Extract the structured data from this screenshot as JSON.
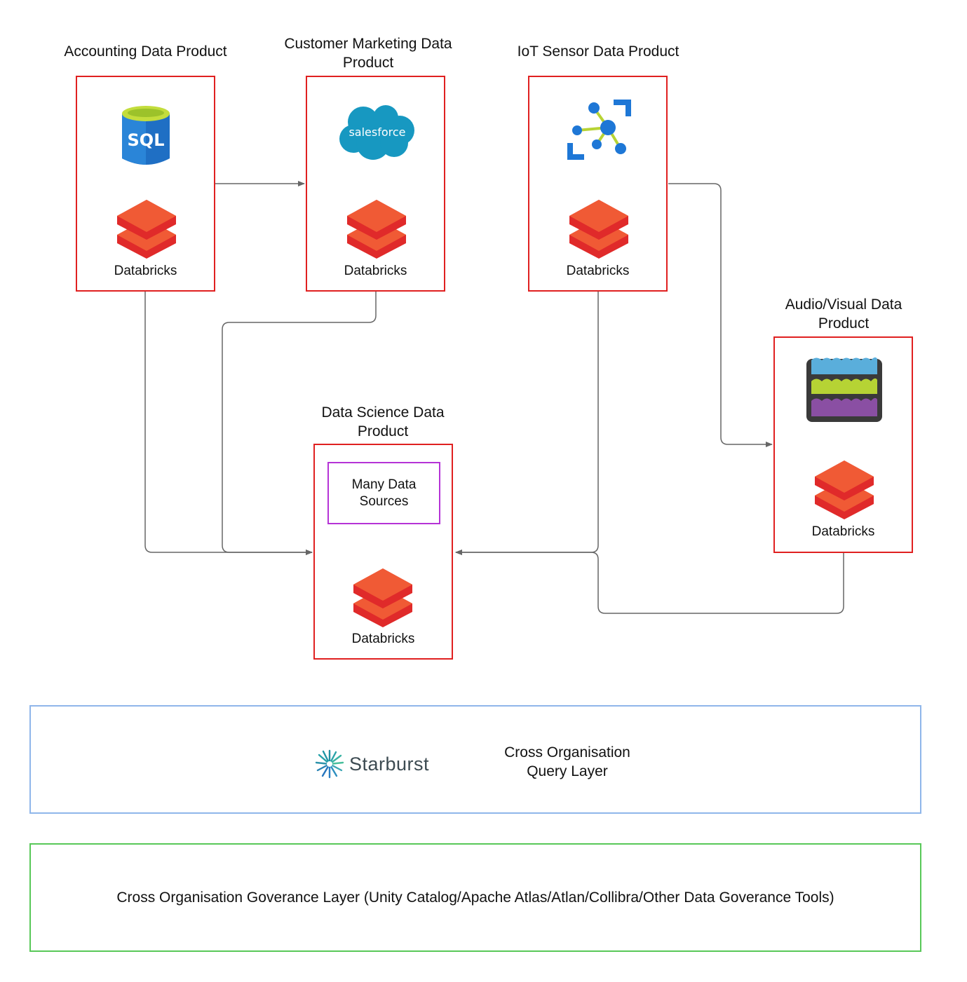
{
  "products": {
    "accounting": {
      "title": "Accounting Data Product",
      "source_icon": "sql-database-icon",
      "source_text": "SQL",
      "engine": "Databricks"
    },
    "marketing": {
      "title": "Customer Marketing Data Product",
      "source_icon": "salesforce-icon",
      "source_text": "salesforce",
      "engine": "Databricks"
    },
    "iot": {
      "title": "IoT Sensor Data Product",
      "source_icon": "iot-network-icon",
      "engine": "Databricks"
    },
    "audio": {
      "title": "Audio/Visual Data Product",
      "source_icon": "data-lake-icon",
      "engine": "Databricks"
    },
    "science": {
      "title": "Data Science Data Product",
      "sources": "Many Data Sources",
      "engine": "Databricks"
    }
  },
  "query_layer": {
    "logo_text": "Starburst",
    "label": "Cross Organisation Query Layer"
  },
  "governance_layer": {
    "label": "Cross Organisation Goverance Layer (Unity Catalog/Apache Atlas/Atlan/Collibra/Other Data Goverance Tools)"
  },
  "colors": {
    "product_border": "#e02020",
    "sources_border": "#b533d6",
    "query_border": "#8fb6ea",
    "governance_border": "#58c858",
    "connector": "#666666",
    "databricks_top": "#f05a35",
    "databricks_side": "#e02a2a"
  }
}
